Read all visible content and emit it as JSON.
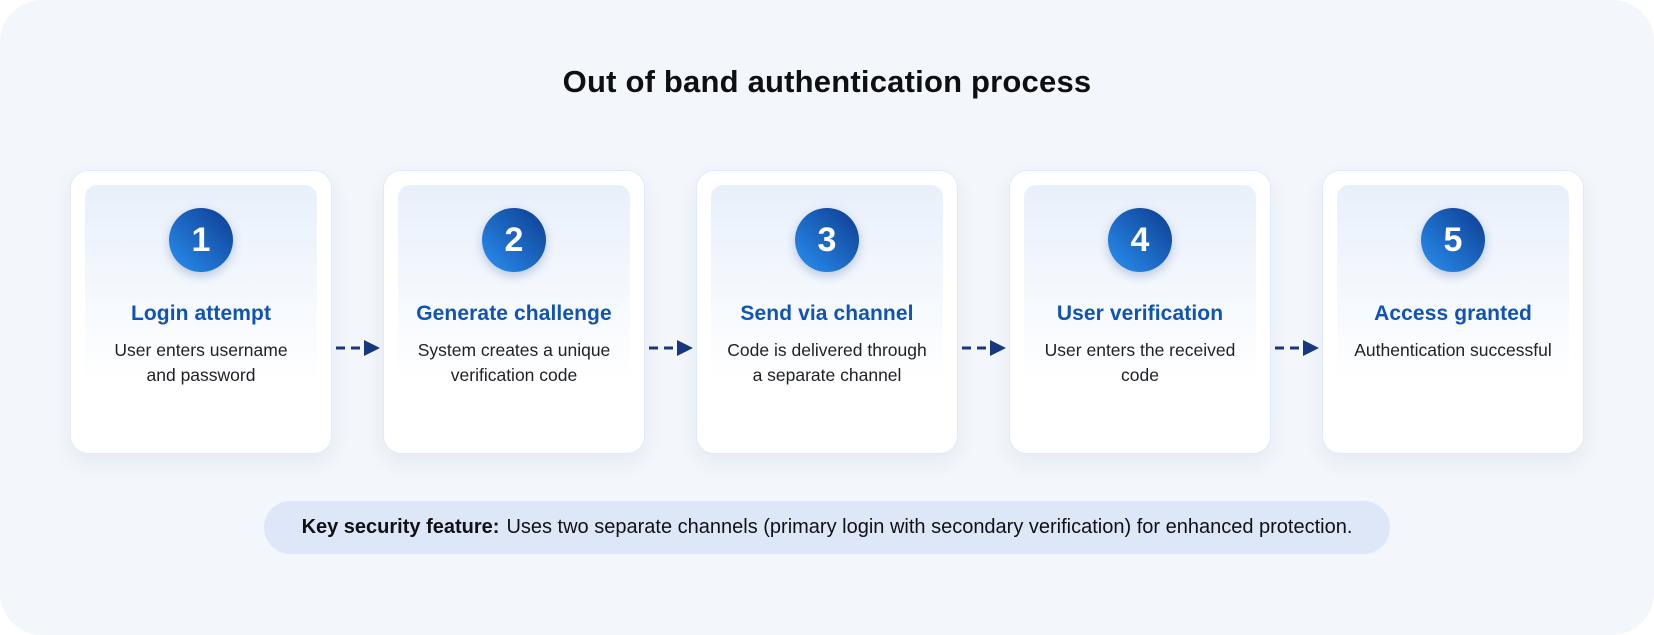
{
  "title": "Out of band authentication process",
  "steps": [
    {
      "number": "1",
      "title": "Login attempt",
      "description": "User enters username and password"
    },
    {
      "number": "2",
      "title": "Generate challenge",
      "description": "System creates a unique verification code"
    },
    {
      "number": "3",
      "title": "Send via channel",
      "description": "Code is delivered through a separate channel"
    },
    {
      "number": "4",
      "title": "User verification",
      "description": "User enters the received code"
    },
    {
      "number": "5",
      "title": "Access granted",
      "description": "Authentication successful"
    }
  ],
  "note": {
    "lead": "Key security feature:",
    "text": "Uses two separate channels (primary login with secondary verification) for enhanced protection."
  },
  "icons": {
    "arrow": "dashed-arrow-right"
  },
  "colors": {
    "canvas_background": "#f3f6fb",
    "card_background": "#ffffff",
    "card_border": "#e2eaf6",
    "card_inner_gradient_top": "#e8f0fb",
    "step_circle_gradient_dark": "#0d3c8f",
    "step_circle_gradient_light": "#2a90f2",
    "step_title_blue": "#1053b3",
    "body_text": "#1e2024",
    "arrow_navy": "#17387e",
    "note_background": "#dde7f8"
  }
}
